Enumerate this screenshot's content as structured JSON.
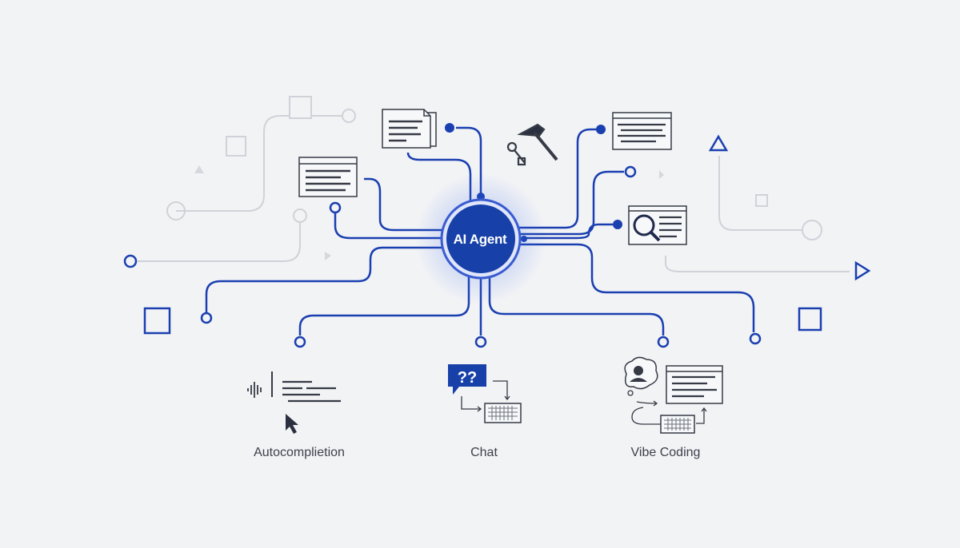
{
  "hub": {
    "label": "AI Agent"
  },
  "modes": [
    {
      "label": "Autocomplietion"
    },
    {
      "label": "Chat"
    },
    {
      "label": "Vibe Coding"
    }
  ],
  "chat_icon": {
    "text": "??"
  },
  "colors": {
    "background": "#f2f3f5",
    "accent": "#1a3fb0",
    "hub_fill": "#1740a8",
    "ink": "#353a45",
    "faint": "#cfd2d8"
  },
  "icons": [
    "document-icon",
    "code-window-icon",
    "hammer-wrench-icon",
    "search-document-icon",
    "chat-bubble-icon",
    "keyboard-icon",
    "user-thought-icon",
    "cursor-icon",
    "waveform-icon"
  ]
}
